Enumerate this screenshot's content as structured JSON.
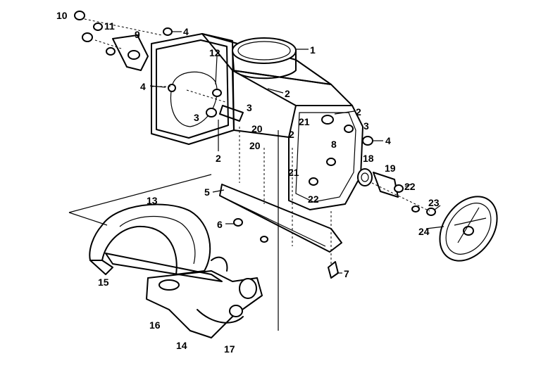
{
  "callouts": [
    "1",
    "2",
    "2",
    "2",
    "2",
    "3",
    "3",
    "3",
    "4",
    "4",
    "4",
    "5",
    "6",
    "7",
    "8",
    "9",
    "10",
    "11",
    "12",
    "13",
    "14",
    "15",
    "16",
    "17",
    "18",
    "19",
    "20",
    "20",
    "21",
    "21",
    "22",
    "22",
    "23",
    "24"
  ]
}
